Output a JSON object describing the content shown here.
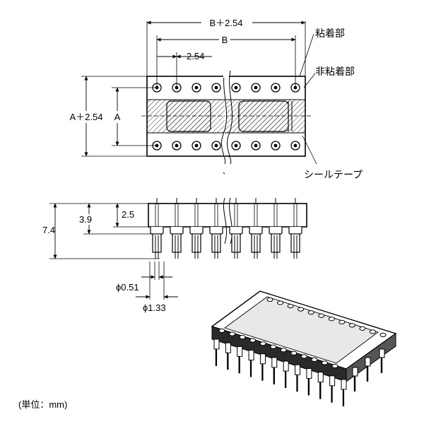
{
  "top_view": {
    "dim_b_plus": "B＋2.54",
    "dim_b": "B",
    "dim_pitch": "2.54",
    "dim_a_plus": "A＋2.54",
    "dim_a": "A",
    "label_adhesive": "粘着部",
    "label_non_adhesive": "非粘着部",
    "label_seal_tape": "シールテープ"
  },
  "side_view": {
    "dim_height_total": "7.4",
    "dim_height_body": "3.9",
    "dim_height_top": "2.5",
    "dim_pin_diameter": "ϕ0.51",
    "dim_shoulder_diameter": "ϕ1.33"
  },
  "unit_note": "(単位：mm)"
}
